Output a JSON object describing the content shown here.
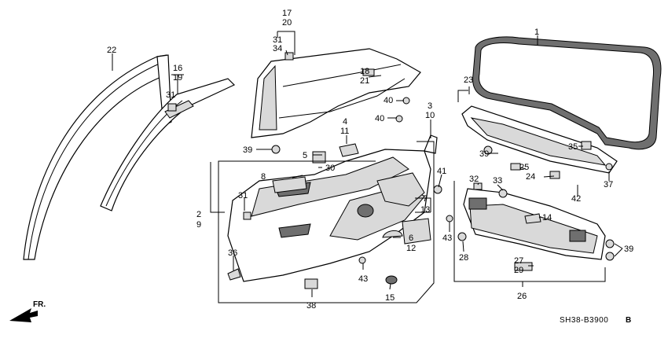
{
  "diagram": {
    "title": "",
    "code": "SH38-B3900",
    "code_suffix": "B",
    "direction": "FR.",
    "labels": {
      "l1": "1",
      "l2": "2",
      "l9": "9",
      "l3": "3",
      "l10": "10",
      "l4": "4",
      "l11": "11",
      "l5": "5",
      "l6": "6",
      "l12": "12",
      "l7": "7",
      "l13": "13",
      "l8": "8",
      "l14": "14",
      "l15": "15",
      "l16": "16",
      "l19": "19",
      "l17": "17",
      "l20": "20",
      "l18": "18",
      "l21": "21",
      "l22": "22",
      "l23": "23",
      "l24": "24",
      "l25": "25",
      "l26": "26",
      "l27": "27",
      "l29": "29",
      "l28": "28",
      "l30": "30",
      "l31a": "31",
      "l31b": "31",
      "l31c": "31",
      "l32": "32",
      "l33": "33",
      "l34": "34",
      "l35": "35",
      "l36": "36",
      "l37": "37",
      "l38": "38",
      "l39a": "39",
      "l39b": "39",
      "l39c": "39",
      "l40a": "40",
      "l40b": "40",
      "l41": "41",
      "l42": "42",
      "l43a": "43",
      "l43b": "43"
    }
  }
}
